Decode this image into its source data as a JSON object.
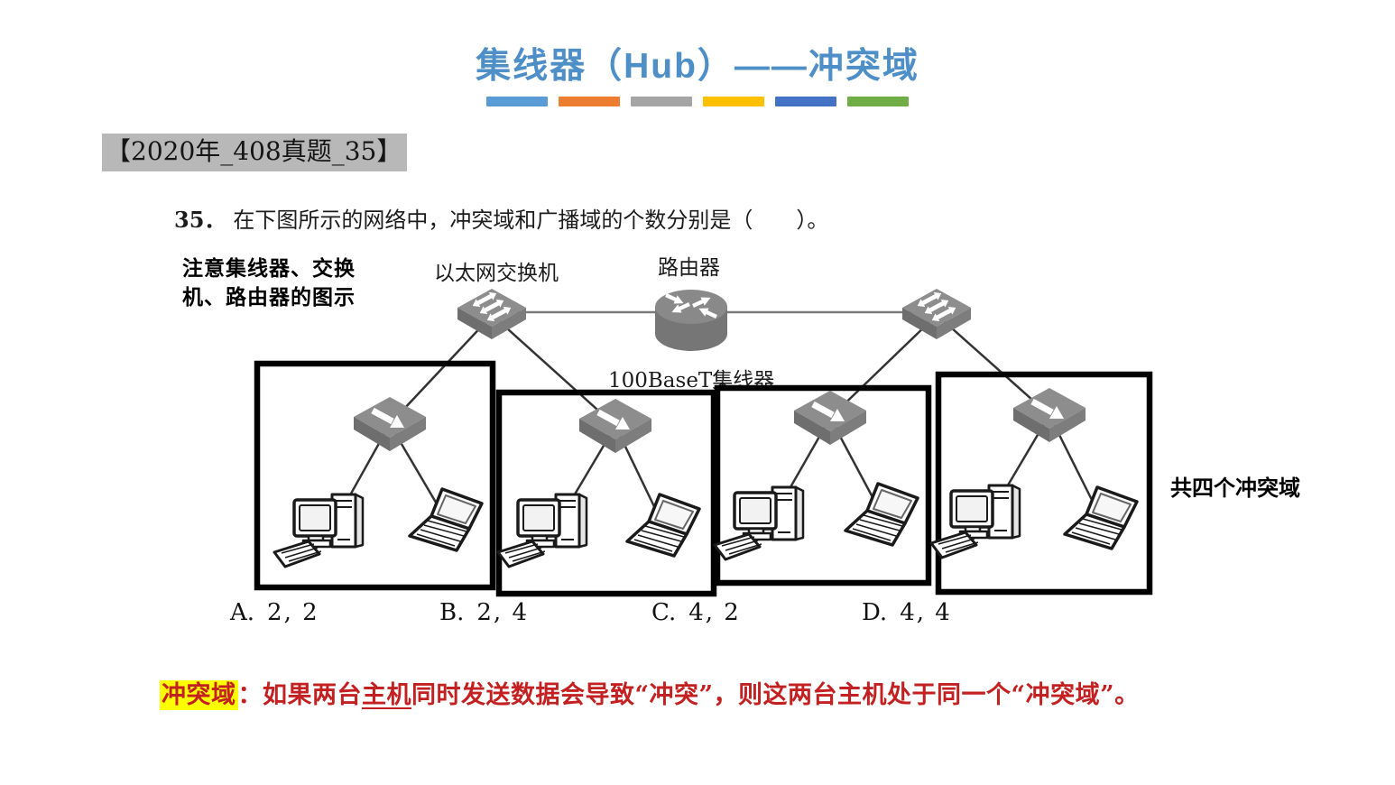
{
  "title": {
    "text": "集线器（Hub）——冲突域",
    "style": "color:#4e8fc7"
  },
  "divider_bars": [
    {
      "name": "bar-blue",
      "css": "background:#5b9bd5"
    },
    {
      "name": "bar-orange",
      "css": "background:#ed7d31"
    },
    {
      "name": "bar-gray",
      "css": "background:#a5a5a5"
    },
    {
      "name": "bar-gold",
      "css": "background:#ffc000"
    },
    {
      "name": "bar-navy",
      "css": "background:#4472c4"
    },
    {
      "name": "bar-green",
      "css": "background:#70ad47"
    }
  ],
  "exam_tag": "【2020年_408真题_35】",
  "question": {
    "number": "35．",
    "text": "在下图所示的网络中，冲突域和广播域的个数分别是（　　）。"
  },
  "note": {
    "line1": "注意集线器、交换",
    "line2": "机、路由器的图示"
  },
  "diagram": {
    "switch_label": "以太网交换机",
    "router_label": "路由器",
    "hub_label": "100BaseT集线器",
    "annotation": "共四个冲突域",
    "collision_domain_boxes": 4,
    "icons": {
      "switch": "3d-box-with-double-arrows",
      "router": "cylinder-with-cross-arrows",
      "hub": "3d-box-with-single-arrow",
      "desktop": "desktop-computer-with-keyboard",
      "laptop": "open-laptop"
    },
    "device_color_top": "#8d8d8d",
    "device_color_side": "#6e6e6e",
    "device_color_front": "#7d7d7d",
    "box_border_color": "#000000"
  },
  "options": [
    {
      "label": "A.",
      "value": "2, 2"
    },
    {
      "label": "B.",
      "value": "2, 4"
    },
    {
      "label": "C.",
      "value": "4, 2"
    },
    {
      "label": "D.",
      "value": "4, 4"
    }
  ],
  "definition": {
    "term": "冲突域",
    "colon": "：",
    "before_underline": "如果两台",
    "underlined": "主机",
    "after_underline": "同时发送数据会导致“冲突”，则这两台主机处于同一个“冲突域”。",
    "style": "color:#c32121",
    "term_style": "background:#ffff00"
  }
}
